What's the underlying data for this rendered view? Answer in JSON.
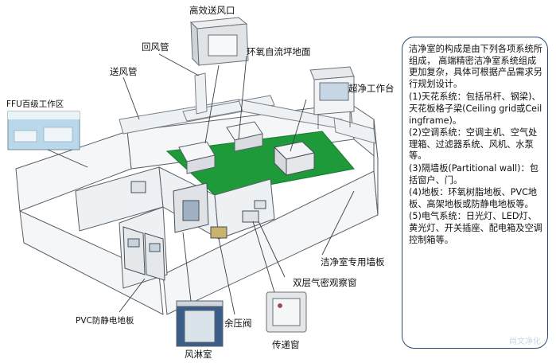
{
  "labels": {
    "hepa_outlet": "高效送风口",
    "return_duct": "回风管",
    "epoxy_floor": "环氧自流坪地面",
    "supply_duct": "送风管",
    "ffu_zone": "FFU百级工作区",
    "clean_bench": "超净工作台",
    "wall_panel": "洁净室专用墙板",
    "observation_window": "双层气密观察窗",
    "pvc_floor": "PVC防静电地板",
    "pressure_valve": "余压阀",
    "air_shower": "风淋室",
    "pass_box": "传递窗"
  },
  "info": {
    "intro": "洁净室的构成是由下列各项系统所组成， 高端精密洁净室系统组成更加复杂，具体可根据产品需求另行规划设计。",
    "items": [
      "(1)天花系统：包括吊杆、钢梁)、天花板格子梁(Ceiling grid或Ceilingframe)。",
      "(2)空调系统：空调主机、空气处理箱、过滤器系统、风机、水泵等。",
      "(3)隔墙板(Partitional wall)：包括窗户、门。",
      "(4)地板：环氧树脂地板、PVC地板、高架地板或防静电地板等。",
      "(5)电气系统：日光灯、LED灯、黄光灯、开关插座、配电箱及空调控制箱等。"
    ]
  },
  "watermark": "尚文净化",
  "colors": {
    "floor_green": "#1e9a3a",
    "frame_blue": "#2a4a7a",
    "wall_fill": "#f4f6f8",
    "duct_fill": "#eef1f4",
    "line": "#5a5f66"
  }
}
